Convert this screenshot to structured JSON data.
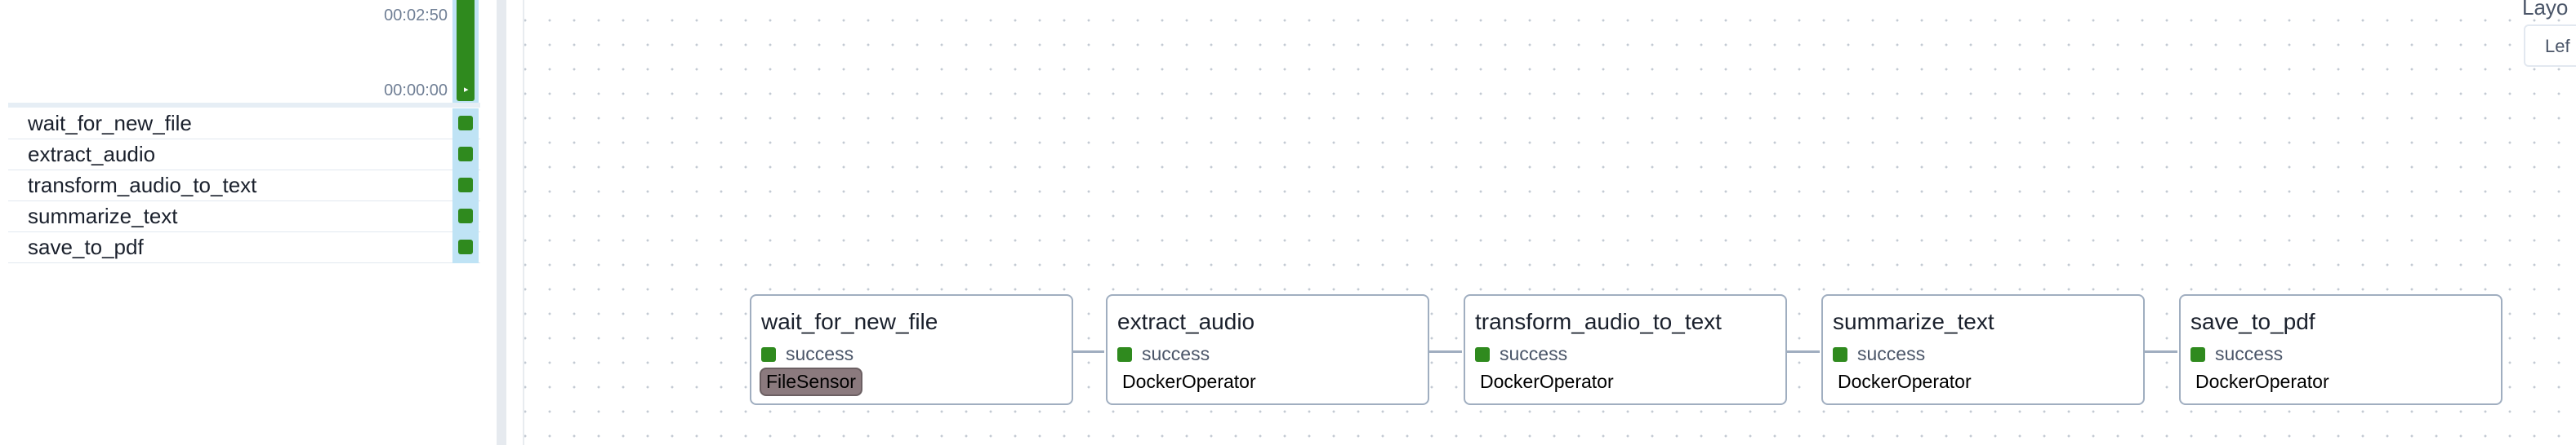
{
  "grid": {
    "duration_max": "00:02:50",
    "duration_min": "00:00:00",
    "run_bar_icon": "play-triangle-icon",
    "tasks": [
      {
        "name": "wait_for_new_file",
        "state": "success"
      },
      {
        "name": "extract_audio",
        "state": "success"
      },
      {
        "name": "transform_audio_to_text",
        "state": "success"
      },
      {
        "name": "summarize_text",
        "state": "success"
      },
      {
        "name": "save_to_pdf",
        "state": "success"
      }
    ]
  },
  "graph": {
    "nodes": [
      {
        "title": "wait_for_new_file",
        "state": "success",
        "operator": "FileSensor"
      },
      {
        "title": "extract_audio",
        "state": "success",
        "operator": "DockerOperator"
      },
      {
        "title": "transform_audio_to_text",
        "state": "success",
        "operator": "DockerOperator"
      },
      {
        "title": "summarize_text",
        "state": "success",
        "operator": "DockerOperator"
      },
      {
        "title": "save_to_pdf",
        "state": "success",
        "operator": "DockerOperator"
      }
    ],
    "layout": {
      "label": "Layo",
      "selected": "Lef"
    }
  },
  "colors": {
    "success": "#2f8a1e",
    "run_column": "#bfe3f5",
    "edge": "#a0aec0",
    "sensor_badge": "#8b7a7e"
  }
}
